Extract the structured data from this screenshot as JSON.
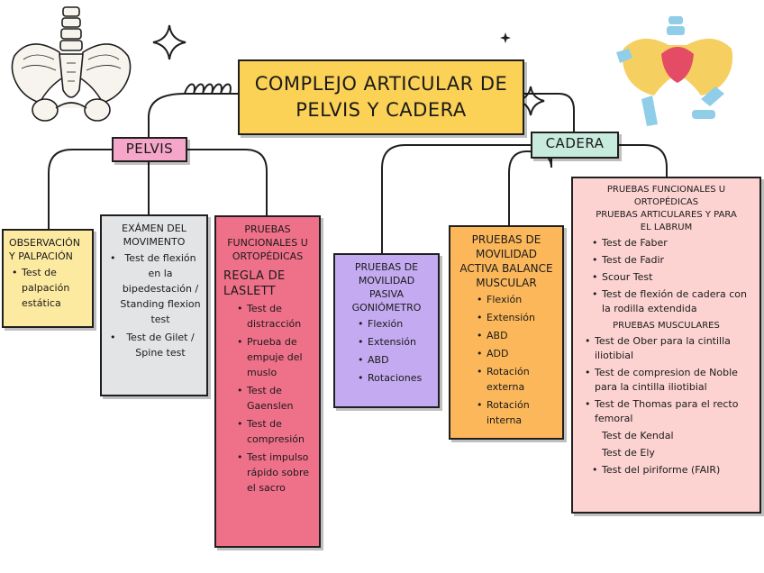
{
  "title_lines": [
    "COMPLEJO ARTICULAR DE",
    "PELVIS Y CADERA"
  ],
  "pelvis_label": "PELVIS",
  "cadera_label": "CADERA",
  "observacion": {
    "title_lines": [
      "OBSERVACIÓN",
      "Y PALPACIÓN"
    ],
    "items": [
      "Test de palpación estática"
    ]
  },
  "examen": {
    "title_lines": [
      "EXÁMEN DEL",
      "MOVIMENTO"
    ],
    "items": [
      "Test de flexión en la bipedestación / Standing flexion test",
      "Test de Gilet / Spine test"
    ]
  },
  "pruebas_pelvis": {
    "title_lines": [
      "PRUEBAS",
      "FUNCIONALES U",
      "ORTOPÉDICAS"
    ],
    "subtitle": "REGLA DE LASLETT",
    "items": [
      "Test de distracción",
      "Prueba de empuje del muslo",
      "Test de Gaenslen",
      "Test de compresión",
      "Test impulso rápido sobre el sacro"
    ]
  },
  "movilidad_pasiva": {
    "title_lines": [
      "PRUEBAS DE",
      "MOVILIDAD",
      "PASIVA",
      "GONIÓMETRO"
    ],
    "items": [
      "Flexión",
      "Extensión",
      "ABD",
      "Rotaciones"
    ]
  },
  "movilidad_activa": {
    "title_lines": [
      "PRUEBAS DE",
      "MOVILIDAD",
      "ACTIVA BALANCE",
      "MUSCULAR"
    ],
    "items": [
      "Flexión",
      "Extensión",
      "ABD",
      "ADD",
      "Rotación externa",
      "Rotación interna"
    ]
  },
  "pruebas_cadera": {
    "title_lines": [
      "PRUEBAS FUNCIONALES U",
      "ORTOPÉDICAS",
      "PRUEBAS ARTICULARES Y PARA",
      "EL LABRUM"
    ],
    "items_articulares": [
      "Test de Faber",
      "Test de Fadir",
      "Scour Test",
      "Test de flexión de cadera con la rodilla extendida"
    ],
    "musculares_title": "PRUEBAS MUSCULARES",
    "items_musculares_a": [
      "Test de Ober para la cintilla iliotibial",
      "Test de compresion de Noble para la cintilla iliotibial",
      "Test de Thomas para el recto femoral"
    ],
    "plain_items": [
      "Test de Kendal",
      "Test de Ely"
    ],
    "items_musculares_b": [
      "Test del piriforme (FAIR)"
    ]
  },
  "decor": {
    "left_illustration": "pelvis-skeleton-icon",
    "right_illustration": "hip-joint-icon",
    "sparkles": [
      "sparkle-icon",
      "sparkle-icon",
      "star-icon"
    ],
    "colors": {
      "title": "#fbd156",
      "pelvis": "#f6a6c8",
      "cadera": "#c7ebdd",
      "observacion": "#fdeaa1",
      "examen": "#e3e4e6",
      "pruebas_pelvis": "#ef7089",
      "movilidad_pasiva": "#c4aaf0",
      "movilidad_activa": "#fbb75a",
      "pruebas_cadera": "#fcd3d1"
    }
  }
}
